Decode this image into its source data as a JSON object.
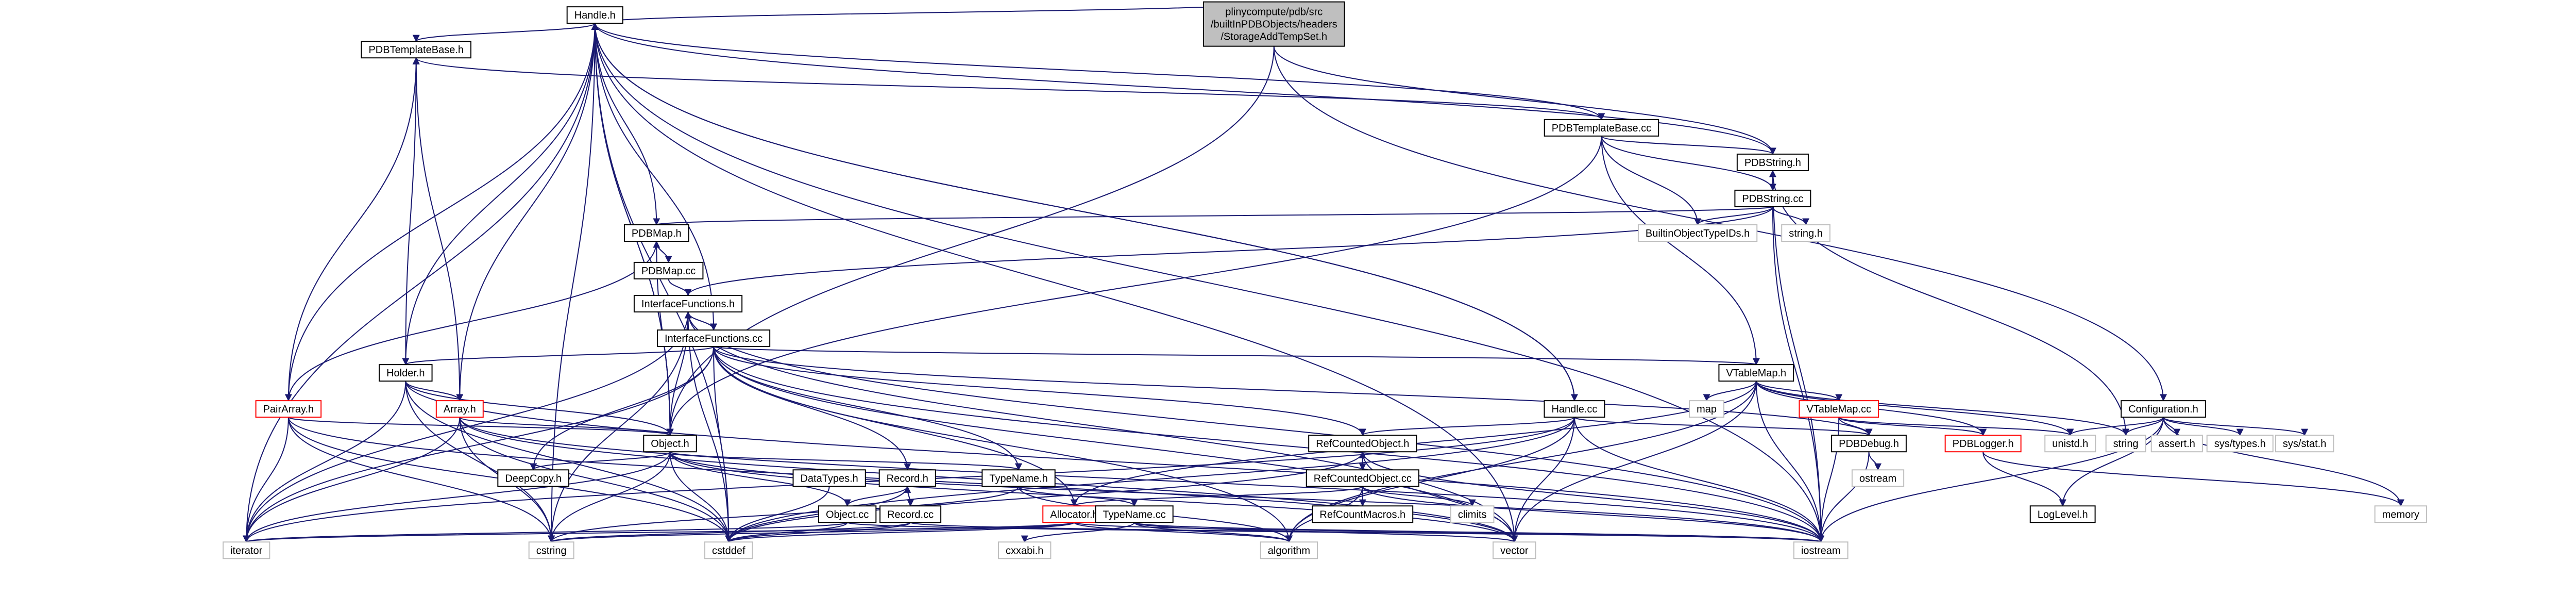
{
  "graph": {
    "type": "include-dependency-graph",
    "colors": {
      "edge": "#191970",
      "root_fill": "#bfbfbf",
      "file_border": "#000000",
      "external_border": "#bfbfbf",
      "truncated_border": "#ff0000"
    },
    "nodes": [
      {
        "id": "root",
        "label_lines": [
          "plinycompute/pdb/src",
          "/builtInPDBObjects/headers",
          "/StorageAddTempSet.h"
        ],
        "kind": "root"
      },
      {
        "id": "Handle.h",
        "label": "Handle.h",
        "kind": "file"
      },
      {
        "id": "PDBTemplateBase.h",
        "label": "PDBTemplateBase.h",
        "kind": "file"
      },
      {
        "id": "PDBTemplateBase.cc",
        "label": "PDBTemplateBase.cc",
        "kind": "file"
      },
      {
        "id": "PDBString.h",
        "label": "PDBString.h",
        "kind": "file"
      },
      {
        "id": "PDBString.cc",
        "label": "PDBString.cc",
        "kind": "file"
      },
      {
        "id": "BuiltinObjectTypeIDs.h",
        "label": "BuiltinObjectTypeIDs.h",
        "kind": "external"
      },
      {
        "id": "string.h",
        "label": "string.h",
        "kind": "external"
      },
      {
        "id": "PDBMap.h",
        "label": "PDBMap.h",
        "kind": "file"
      },
      {
        "id": "PDBMap.cc",
        "label": "PDBMap.cc",
        "kind": "file"
      },
      {
        "id": "InterfaceFunctions.h",
        "label": "InterfaceFunctions.h",
        "kind": "file"
      },
      {
        "id": "InterfaceFunctions.cc",
        "label": "InterfaceFunctions.cc",
        "kind": "file"
      },
      {
        "id": "Holder.h",
        "label": "Holder.h",
        "kind": "file"
      },
      {
        "id": "PairArray.h",
        "label": "PairArray.h",
        "kind": "truncated"
      },
      {
        "id": "Array.h",
        "label": "Array.h",
        "kind": "truncated"
      },
      {
        "id": "Object.h",
        "label": "Object.h",
        "kind": "file"
      },
      {
        "id": "DeepCopy.h",
        "label": "DeepCopy.h",
        "kind": "file"
      },
      {
        "id": "VTableMap.h",
        "label": "VTableMap.h",
        "kind": "file"
      },
      {
        "id": "map",
        "label": "map",
        "kind": "external"
      },
      {
        "id": "VTableMap.cc",
        "label": "VTableMap.cc",
        "kind": "truncated"
      },
      {
        "id": "Handle.cc",
        "label": "Handle.cc",
        "kind": "file"
      },
      {
        "id": "RefCountedObject.h",
        "label": "RefCountedObject.h",
        "kind": "file"
      },
      {
        "id": "RefCountedObject.cc",
        "label": "RefCountedObject.cc",
        "kind": "file"
      },
      {
        "id": "RefCountMacros.h",
        "label": "RefCountMacros.h",
        "kind": "file"
      },
      {
        "id": "climits",
        "label": "climits",
        "kind": "external"
      },
      {
        "id": "DataTypes.h",
        "label": "DataTypes.h",
        "kind": "file"
      },
      {
        "id": "Record.h",
        "label": "Record.h",
        "kind": "file"
      },
      {
        "id": "TypeName.h",
        "label": "TypeName.h",
        "kind": "file"
      },
      {
        "id": "Object.cc",
        "label": "Object.cc",
        "kind": "file"
      },
      {
        "id": "Record.cc",
        "label": "Record.cc",
        "kind": "file"
      },
      {
        "id": "Allocator.h",
        "label": "Allocator.h",
        "kind": "truncated"
      },
      {
        "id": "TypeName.cc",
        "label": "TypeName.cc",
        "kind": "file"
      },
      {
        "id": "PDBDebug.h",
        "label": "PDBDebug.h",
        "kind": "file"
      },
      {
        "id": "ostream",
        "label": "ostream",
        "kind": "external"
      },
      {
        "id": "PDBLogger.h",
        "label": "PDBLogger.h",
        "kind": "truncated"
      },
      {
        "id": "LogLevel.h",
        "label": "LogLevel.h",
        "kind": "file"
      },
      {
        "id": "Configuration.h",
        "label": "Configuration.h",
        "kind": "file"
      },
      {
        "id": "unistd.h",
        "label": "unistd.h",
        "kind": "external"
      },
      {
        "id": "string",
        "label": "string",
        "kind": "external"
      },
      {
        "id": "assert.h",
        "label": "assert.h",
        "kind": "external"
      },
      {
        "id": "sys/types.h",
        "label": "sys/types.h",
        "kind": "external"
      },
      {
        "id": "sys/stat.h",
        "label": "sys/stat.h",
        "kind": "external"
      },
      {
        "id": "memory",
        "label": "memory",
        "kind": "external"
      },
      {
        "id": "iterator",
        "label": "iterator",
        "kind": "external"
      },
      {
        "id": "cstring",
        "label": "cstring",
        "kind": "external"
      },
      {
        "id": "cstddef",
        "label": "cstddef",
        "kind": "external"
      },
      {
        "id": "cxxabi.h",
        "label": "cxxabi.h",
        "kind": "external"
      },
      {
        "id": "algorithm",
        "label": "algorithm",
        "kind": "external"
      },
      {
        "id": "vector",
        "label": "vector",
        "kind": "external"
      },
      {
        "id": "iostream",
        "label": "iostream",
        "kind": "external"
      }
    ],
    "edges": [
      [
        "root",
        "Handle.h"
      ],
      [
        "root",
        "Object.h"
      ],
      [
        "root",
        "PDBString.h"
      ],
      [
        "root",
        "Configuration.h"
      ],
      [
        "Handle.h",
        "PDBTemplateBase.h"
      ],
      [
        "Handle.h",
        "Object.h"
      ],
      [
        "Handle.h",
        "Handle.cc"
      ],
      [
        "Handle.h",
        "iterator"
      ],
      [
        "Handle.h",
        "cstddef"
      ],
      [
        "Handle.h",
        "iostream"
      ],
      [
        "Handle.h",
        "vector"
      ],
      [
        "Handle.h",
        "cstring"
      ],
      [
        "PDBTemplateBase.h",
        "PDBTemplateBase.cc"
      ],
      [
        "PDBTemplateBase.cc",
        "PDBString.h"
      ],
      [
        "PDBTemplateBase.cc",
        "PDBString.cc"
      ],
      [
        "PDBTemplateBase.cc",
        "BuiltinObjectTypeIDs.h"
      ],
      [
        "PDBTemplateBase.cc",
        "VTableMap.h"
      ],
      [
        "PDBTemplateBase.cc",
        "Object.h"
      ],
      [
        "PDBTemplateBase.cc",
        "Handle.h"
      ],
      [
        "PDBString.h",
        "PDBString.cc"
      ],
      [
        "PDBString.h",
        "string"
      ],
      [
        "PDBString.h",
        "iostream"
      ],
      [
        "PDBString.h",
        "Handle.h"
      ],
      [
        "PDBString.cc",
        "PDBMap.h"
      ],
      [
        "PDBString.cc",
        "string.h"
      ],
      [
        "PDBString.cc",
        "BuiltinObjectTypeIDs.h"
      ],
      [
        "PDBString.cc",
        "PDBString.h"
      ],
      [
        "PDBString.cc",
        "InterfaceFunctions.h"
      ],
      [
        "PDBString.cc",
        "iostream"
      ],
      [
        "PDBMap.h",
        "PDBMap.cc"
      ],
      [
        "PDBMap.h",
        "Handle.h"
      ],
      [
        "PDBMap.h",
        "Object.h"
      ],
      [
        "PDBMap.h",
        "PairArray.h"
      ],
      [
        "PDBMap.cc",
        "InterfaceFunctions.h"
      ],
      [
        "PDBMap.cc",
        "PDBMap.h"
      ],
      [
        "InterfaceFunctions.h",
        "InterfaceFunctions.cc"
      ],
      [
        "InterfaceFunctions.h",
        "Object.h"
      ],
      [
        "InterfaceFunctions.h",
        "iterator"
      ],
      [
        "InterfaceFunctions.h",
        "cstddef"
      ],
      [
        "InterfaceFunctions.h",
        "vector"
      ],
      [
        "InterfaceFunctions.h",
        "iostream"
      ],
      [
        "InterfaceFunctions.h",
        "cstring"
      ],
      [
        "InterfaceFunctions.cc",
        "InterfaceFunctions.h"
      ],
      [
        "InterfaceFunctions.cc",
        "Handle.h"
      ],
      [
        "InterfaceFunctions.cc",
        "Holder.h"
      ],
      [
        "InterfaceFunctions.cc",
        "VTableMap.h"
      ],
      [
        "InterfaceFunctions.cc",
        "RefCountedObject.h"
      ],
      [
        "InterfaceFunctions.cc",
        "Record.h"
      ],
      [
        "InterfaceFunctions.cc",
        "TypeName.h"
      ],
      [
        "InterfaceFunctions.cc",
        "DeepCopy.h"
      ],
      [
        "InterfaceFunctions.cc",
        "PDBDebug.h"
      ],
      [
        "InterfaceFunctions.cc",
        "cstddef"
      ],
      [
        "InterfaceFunctions.cc",
        "iostream"
      ],
      [
        "InterfaceFunctions.cc",
        "vector"
      ],
      [
        "InterfaceFunctions.cc",
        "algorithm"
      ],
      [
        "InterfaceFunctions.cc",
        "Allocator.h"
      ],
      [
        "InterfaceFunctions.cc",
        "iterator"
      ],
      [
        "Holder.h",
        "PDBTemplateBase.h"
      ],
      [
        "Holder.h",
        "Handle.h"
      ],
      [
        "Holder.h",
        "Array.h"
      ],
      [
        "Holder.h",
        "Object.h"
      ],
      [
        "Holder.h",
        "iterator"
      ],
      [
        "Holder.h",
        "cstddef"
      ],
      [
        "Holder.h",
        "cstring"
      ],
      [
        "Holder.h",
        "iostream"
      ],
      [
        "PairArray.h",
        "Handle.h"
      ],
      [
        "PairArray.h",
        "PDBTemplateBase.h"
      ],
      [
        "PairArray.h",
        "Object.h"
      ],
      [
        "PairArray.h",
        "iterator"
      ],
      [
        "PairArray.h",
        "cstring"
      ],
      [
        "PairArray.h",
        "cstddef"
      ],
      [
        "PairArray.h",
        "vector"
      ],
      [
        "Array.h",
        "Handle.h"
      ],
      [
        "Array.h",
        "PDBTemplateBase.h"
      ],
      [
        "Array.h",
        "Object.h"
      ],
      [
        "Array.h",
        "iterator"
      ],
      [
        "Array.h",
        "cstring"
      ],
      [
        "Array.h",
        "cstddef"
      ],
      [
        "Array.h",
        "vector"
      ],
      [
        "Array.h",
        "iostream"
      ],
      [
        "Object.h",
        "DeepCopy.h"
      ],
      [
        "Object.h",
        "TypeName.h"
      ],
      [
        "Object.h",
        "Object.cc"
      ],
      [
        "Object.h",
        "iterator"
      ],
      [
        "Object.h",
        "cstring"
      ],
      [
        "Object.h",
        "cstddef"
      ],
      [
        "Object.h",
        "vector"
      ],
      [
        "Object.h",
        "iostream"
      ],
      [
        "Object.h",
        "Handle.h"
      ],
      [
        "VTableMap.h",
        "map"
      ],
      [
        "VTableMap.h",
        "VTableMap.cc"
      ],
      [
        "VTableMap.h",
        "PDBLogger.h"
      ],
      [
        "VTableMap.h",
        "vector"
      ],
      [
        "VTableMap.h",
        "iostream"
      ],
      [
        "VTableMap.h",
        "string"
      ],
      [
        "VTableMap.h",
        "unistd.h"
      ],
      [
        "VTableMap.h",
        "algorithm"
      ],
      [
        "VTableMap.h",
        "Allocator.h"
      ],
      [
        "VTableMap.cc",
        "PDBDebug.h"
      ],
      [
        "VTableMap.cc",
        "PDBLogger.h"
      ],
      [
        "VTableMap.cc",
        "unistd.h"
      ],
      [
        "VTableMap.cc",
        "iostream"
      ],
      [
        "Handle.cc",
        "RefCountedObject.h"
      ],
      [
        "Handle.cc",
        "PDBDebug.h"
      ],
      [
        "Handle.cc",
        "vector"
      ],
      [
        "Handle.cc",
        "iostream"
      ],
      [
        "Handle.cc",
        "cstddef"
      ],
      [
        "Handle.cc",
        "algorithm"
      ],
      [
        "Handle.cc",
        "Handle.h"
      ],
      [
        "Handle.cc",
        "iterator"
      ],
      [
        "RefCountedObject.h",
        "RefCountedObject.cc"
      ],
      [
        "RefCountedObject.h",
        "cstddef"
      ],
      [
        "RefCountedObject.h",
        "iostream"
      ],
      [
        "RefCountedObject.h",
        "vector"
      ],
      [
        "RefCountedObject.cc",
        "RefCountedObject.h"
      ],
      [
        "RefCountedObject.cc",
        "RefCountMacros.h"
      ],
      [
        "RefCountedObject.cc",
        "climits"
      ],
      [
        "RefCountedObject.cc",
        "Allocator.h"
      ],
      [
        "RefCountedObject.cc",
        "algorithm"
      ],
      [
        "RefCountedObject.cc",
        "iostream"
      ],
      [
        "Record.h",
        "Record.cc"
      ],
      [
        "Record.h",
        "Object.cc"
      ],
      [
        "Record.h",
        "cstddef"
      ],
      [
        "Record.cc",
        "Record.h"
      ],
      [
        "Record.cc",
        "cstring"
      ],
      [
        "Record.cc",
        "cstddef"
      ],
      [
        "Record.cc",
        "iostream"
      ],
      [
        "TypeName.h",
        "TypeName.cc"
      ],
      [
        "TypeName.h",
        "cstring"
      ],
      [
        "TypeName.h",
        "algorithm"
      ],
      [
        "TypeName.cc",
        "cxxabi.h"
      ],
      [
        "TypeName.cc",
        "algorithm"
      ],
      [
        "TypeName.cc",
        "iostream"
      ],
      [
        "TypeName.cc",
        "vector"
      ],
      [
        "Allocator.h",
        "cstddef"
      ],
      [
        "Allocator.h",
        "iostream"
      ],
      [
        "Allocator.h",
        "cstring"
      ],
      [
        "Allocator.h",
        "algorithm"
      ],
      [
        "Allocator.h",
        "iterator"
      ],
      [
        "Object.cc",
        "cstddef"
      ],
      [
        "Object.cc",
        "iostream"
      ],
      [
        "Object.cc",
        "iterator"
      ],
      [
        "DataTypes.h",
        "cstddef"
      ],
      [
        "PDBDebug.h",
        "ostream"
      ],
      [
        "PDBDebug.h",
        "iostream"
      ],
      [
        "PDBLogger.h",
        "LogLevel.h"
      ],
      [
        "PDBLogger.h",
        "memory"
      ],
      [
        "Configuration.h",
        "string"
      ],
      [
        "Configuration.h",
        "unistd.h"
      ],
      [
        "Configuration.h",
        "assert.h"
      ],
      [
        "Configuration.h",
        "sys/types.h"
      ],
      [
        "Configuration.h",
        "sys/stat.h"
      ],
      [
        "Configuration.h",
        "LogLevel.h"
      ],
      [
        "Configuration.h",
        "iostream"
      ],
      [
        "Configuration.h",
        "memory"
      ]
    ]
  }
}
